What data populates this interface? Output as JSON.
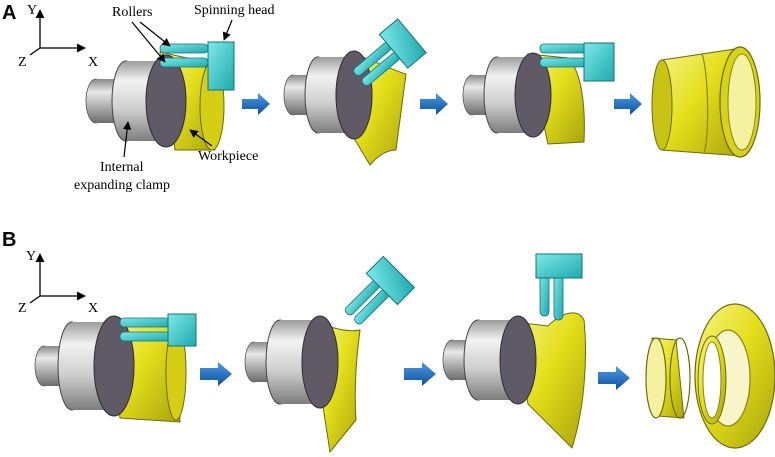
{
  "panels": [
    {
      "letter": "A",
      "axes": {
        "x": "X",
        "y": "Y",
        "z": "Z"
      }
    },
    {
      "letter": "B",
      "axes": {
        "x": "X",
        "y": "Y",
        "z": "Z"
      }
    }
  ],
  "labels": {
    "rollers": "Rollers",
    "spinning_head": "Spinning head",
    "internal_line1": "Internal",
    "internal_line2": "expanding clamp",
    "workpiece": "Workpiece"
  },
  "colors": {
    "clamp": "#c8c8c8",
    "clamp_face": "#5f5a66",
    "workpiece": "#e6e21e",
    "tooling": "#33c9cc",
    "arrow": "#1f6fc4"
  }
}
